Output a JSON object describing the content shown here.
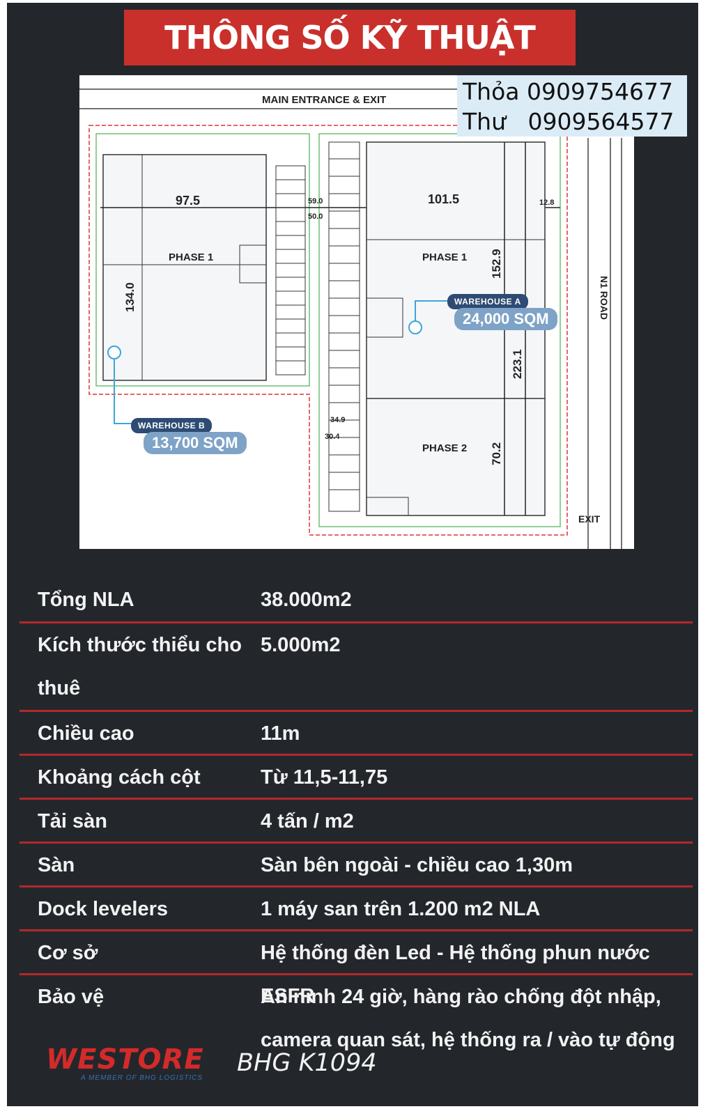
{
  "header": {
    "title": "THÔNG SỐ KỸ THUẬT"
  },
  "contacts": [
    {
      "name": "Thỏa",
      "phone": "0909754677"
    },
    {
      "name": "Thư",
      "phone": "0909564577"
    }
  ],
  "site_plan": {
    "entrance_label": "MAIN ENTRANCE & EXIT",
    "exit_label": "EXIT",
    "road_label": "N1 ROAD",
    "warehouse_a": {
      "name": "WAREHOUSE A",
      "area": "24,000 SQM",
      "width": "101.5",
      "depth_phase1": "152.9",
      "depth_total": "223.1",
      "depth_phase2": "70.2",
      "side": "12.8",
      "phase1": "PHASE 1",
      "phase2": "PHASE 2"
    },
    "warehouse_b": {
      "name": "WAREHOUSE B",
      "area": "13,700 SQM",
      "width": "97.5",
      "depth": "134.0",
      "phase1": "PHASE 1"
    },
    "road_widths": [
      "59.0",
      "50.0",
      "34.9",
      "30.4"
    ]
  },
  "specs": [
    {
      "label": "Tổng NLA",
      "value": "38.000m2"
    },
    {
      "label": "Kích thước thiểu cho thuê",
      "value": "5.000m2"
    },
    {
      "label": "Chiều cao",
      "value": "11m"
    },
    {
      "label": "Khoảng cách cột",
      "value": "Từ 11,5-11,75"
    },
    {
      "label": "Tải sàn",
      "value": "4 tấn / m2"
    },
    {
      "label": "Sàn",
      "value": "Sàn bên ngoài - chiều cao 1,30m"
    },
    {
      "label": "Dock levelers",
      "value": "1 máy san trên 1.200 m2 NLA"
    },
    {
      "label": "Cơ sở",
      "value": "Hệ thống đèn Led - Hệ thống phun nước ESFR"
    },
    {
      "label": "Bảo vệ",
      "value": "An ninh 24 giờ, hàng rào chống đột nhập, camera quan sát, hệ thống ra / vào tự động"
    }
  ],
  "footer": {
    "logo": "WESTORE",
    "logo_tagline": "A MEMBER OF BHG LOGISTICS",
    "code": "BHG K1094"
  },
  "colors": {
    "background": "#23272c",
    "banner": "#c9302c",
    "divider": "#b4282b",
    "warehouse_tag": "#2e4b73"
  }
}
